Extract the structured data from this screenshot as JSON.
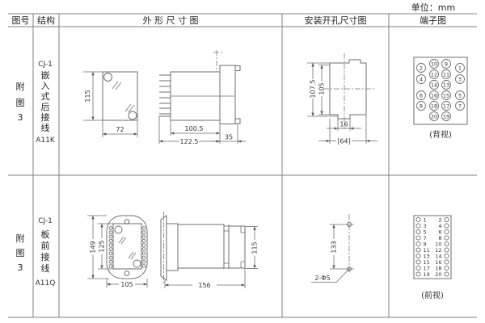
{
  "unit_label": "单位：mm",
  "headers": {
    "fig_no": "图号",
    "structure": "结构",
    "outline": "外 形 尺 寸 图",
    "install": "安装开孔尺寸图",
    "terminal": "端子图"
  },
  "rows": [
    {
      "fig": "附图3",
      "structure": {
        "model": "CJ-1",
        "desc": "嵌入式后接线",
        "code": "A11K"
      },
      "dims": {
        "height": "115",
        "width": "72",
        "depth": "100.5",
        "total_depth": "122.5",
        "flange": "35"
      },
      "install_dims": {
        "outer_height": "107.5",
        "inner_height": "105",
        "slot_width": "16",
        "panel_width": "[64]"
      },
      "terminal": {
        "view_label": "(背视)",
        "mid_pairs": [
          [
            10,
            9
          ],
          [
            12,
            11
          ],
          [
            14,
            13
          ],
          [
            16,
            15
          ],
          [
            18,
            17
          ],
          [
            20,
            19
          ]
        ],
        "outer_pairs": [
          [
            2,
            1
          ],
          [
            4,
            3
          ],
          [
            6,
            5
          ],
          [
            8,
            7
          ]
        ]
      }
    },
    {
      "fig": "附图3",
      "structure": {
        "model": "CJ-1",
        "desc": "板前接线",
        "code": "A11Q"
      },
      "dims": {
        "height": "149",
        "inner_height": "125",
        "width": "105",
        "depth": "156",
        "side_height": "115"
      },
      "install_dims": {
        "hole_distance": "133",
        "holes": "2-Φ5"
      },
      "terminal": {
        "view_label": "(前视)",
        "left": [
          1,
          3,
          5,
          7,
          9,
          11,
          13,
          15,
          17,
          19
        ],
        "right": [
          2,
          4,
          6,
          8,
          10,
          12,
          14,
          16,
          18,
          20
        ]
      }
    }
  ]
}
